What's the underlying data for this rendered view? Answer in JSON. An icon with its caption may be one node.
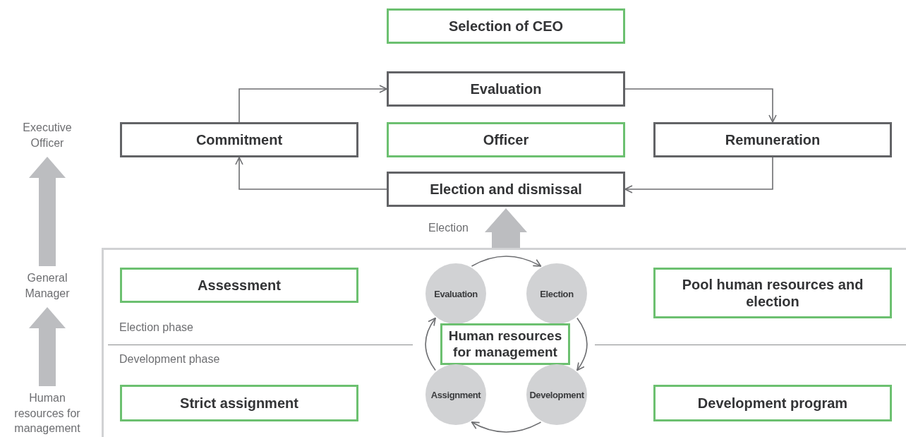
{
  "diagram": {
    "nodes": [
      {
        "text": [
          "Selection of CEO"
        ]
      },
      {
        "text": [
          "Evaluation"
        ]
      },
      {
        "text": [
          "Commitment"
        ]
      },
      {
        "text": [
          "Officer"
        ]
      },
      {
        "text": [
          "Remuneration"
        ]
      },
      {
        "text": [
          "Election and dismissal"
        ]
      },
      {
        "text": [
          "Executive Officer"
        ]
      },
      {
        "text": [
          "General Manager"
        ]
      },
      {
        "text": [
          "Human resources for management"
        ]
      },
      {
        "text": [],
        "shape": "box"
      },
      {
        "text": [
          "Assessment"
        ],
        "in": 9
      },
      {
        "text": [
          "Pool human resources and election"
        ],
        "in": 9
      },
      {
        "text": [
          "Evaluation"
        ],
        "in": 9
      },
      {
        "text": [
          "Election"
        ],
        "in": 9
      },
      {
        "text": [
          "Human resources for management"
        ],
        "in": 9
      },
      {
        "text": [
          "Strict assignment"
        ],
        "in": 9
      },
      {
        "text": [
          "Assignment"
        ],
        "in": 9
      },
      {
        "text": [
          "Development"
        ],
        "in": 9
      },
      {
        "text": [
          "Development program"
        ],
        "in": 9
      }
    ],
    "edges": [
      {
        "from": 2,
        "to": 1,
        "arrow": "to"
      },
      {
        "from": 1,
        "to": 4,
        "arrow": "to"
      },
      {
        "from": 4,
        "to": 5,
        "arrow": "to"
      },
      {
        "from": 5,
        "to": 2,
        "arrow": "to"
      },
      {
        "from": 7,
        "to": 6,
        "arrow": "to",
        "style": "thick",
        "color": "#bcbdc0"
      },
      {
        "from": 8,
        "to": 7,
        "arrow": "to",
        "style": "thick",
        "color": "#bcbdc0"
      },
      {
        "from": 9,
        "to": 5,
        "arrow": "to",
        "label": "Election",
        "style": "thick",
        "color": "#bcbdc0"
      },
      {
        "from": 12,
        "to": 13,
        "arrow": "to"
      },
      {
        "from": 13,
        "to": 17,
        "arrow": "to"
      },
      {
        "from": 17,
        "to": 16,
        "arrow": "to"
      },
      {
        "from": 16,
        "to": 12,
        "arrow": "to"
      }
    ],
    "labels": [
      "Election phase",
      "Development phase"
    ]
  }
}
